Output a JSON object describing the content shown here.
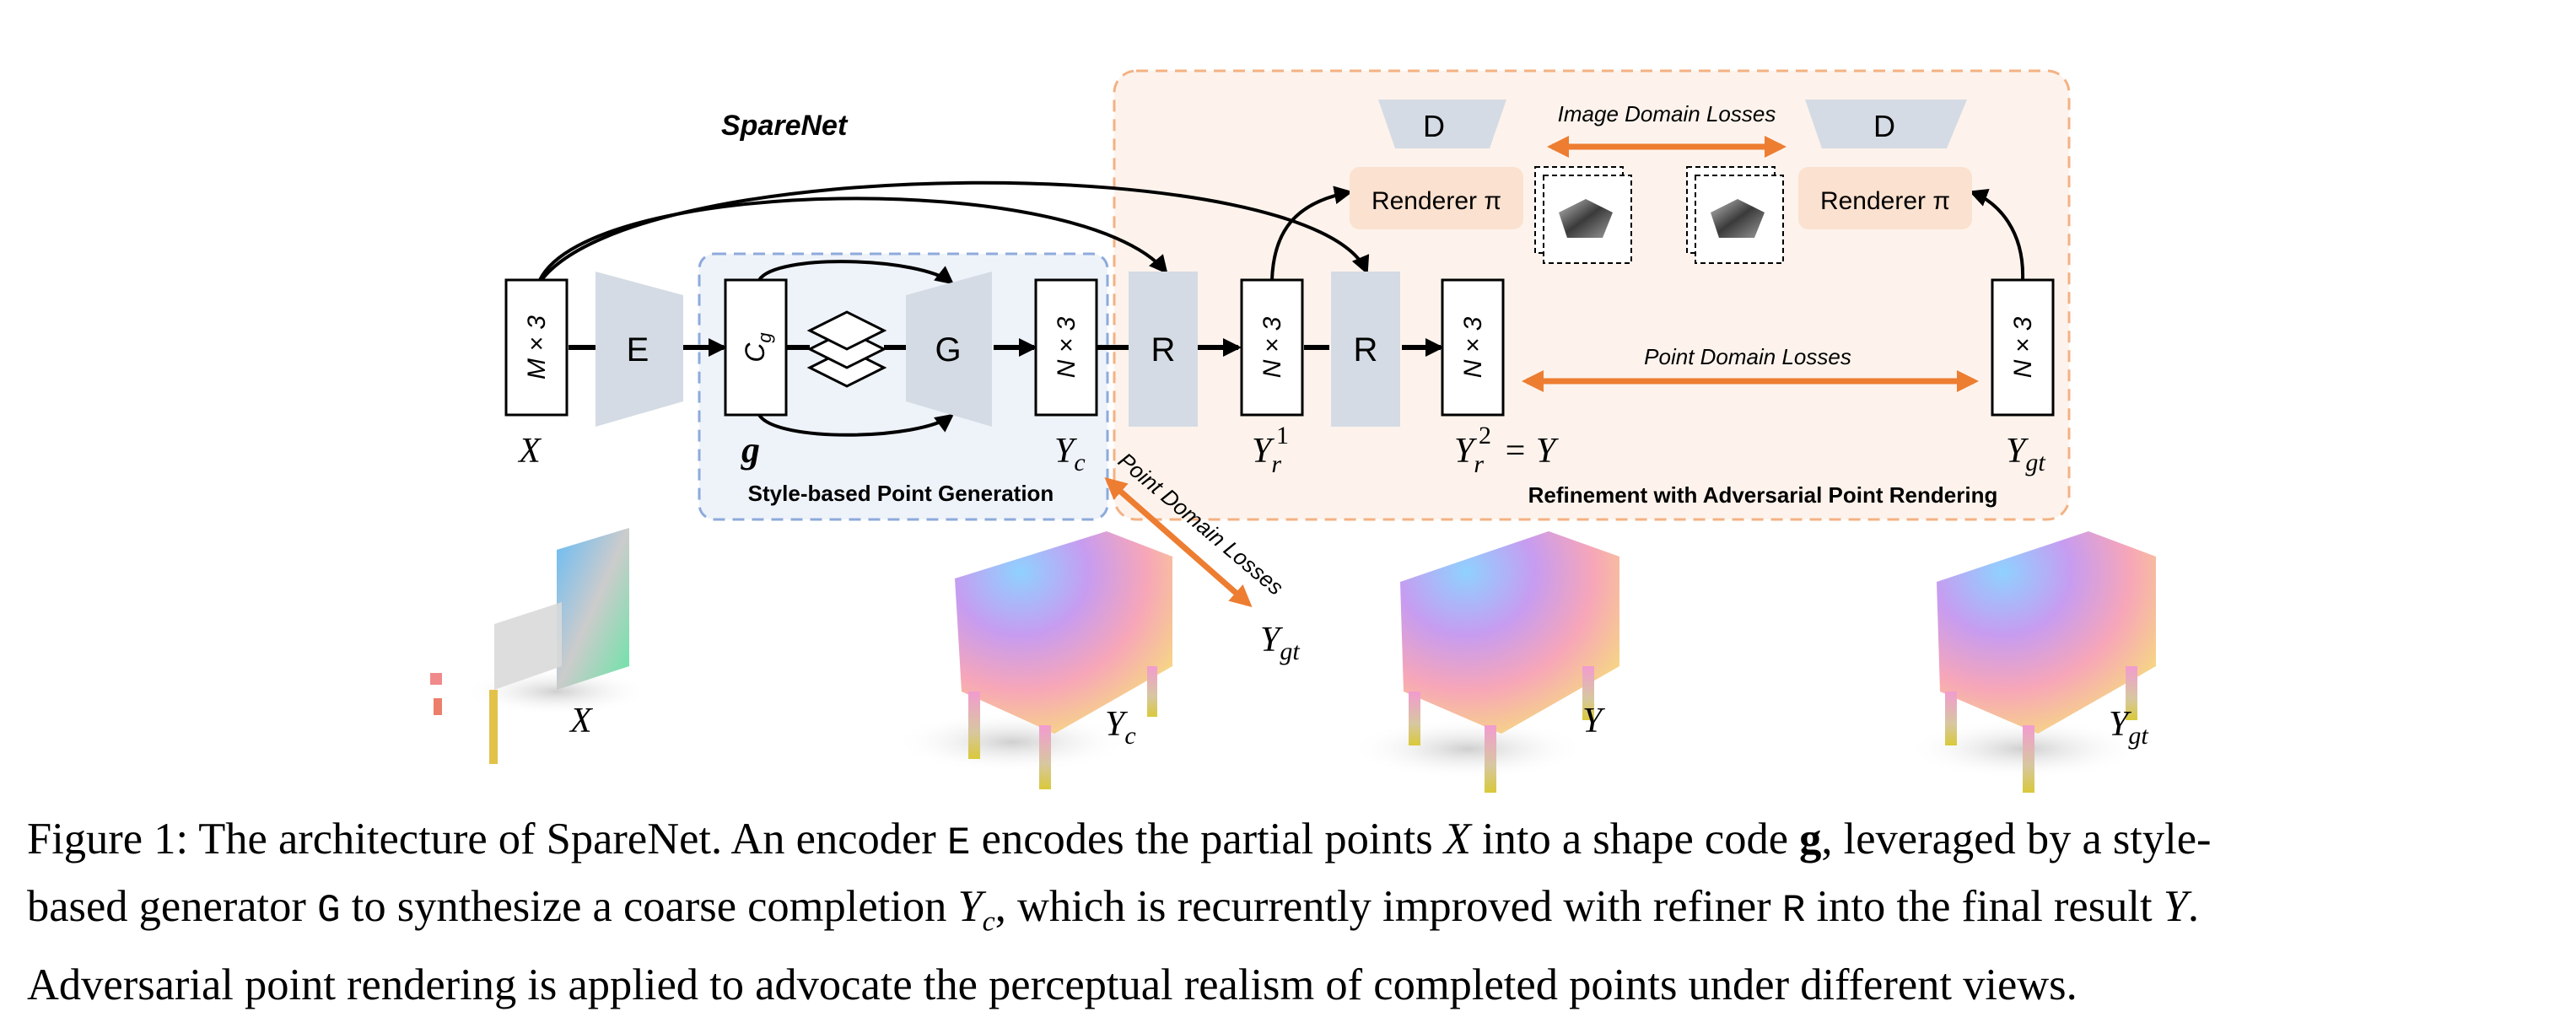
{
  "figure": {
    "title": "SpareNet",
    "style_region_label": "Style-based Point Generation",
    "refine_region_label": "Refinement with Adversarial Point Rendering",
    "image_domain_losses": "Image Domain Losses",
    "point_domain_losses": "Point Domain Losses",
    "point_domain_losses_diag": "Point Domain Losses",
    "blocks": {
      "input_dim": "M × 3",
      "encoder": "E",
      "code_dim": "C",
      "code_dim_sub": "g",
      "generator": "G",
      "coarse_dim": "N × 3",
      "refiner_1": "R",
      "refine1_dim": "N × 3",
      "refiner_2": "R",
      "refine2_dim": "N × 3",
      "gt_dim": "N × 3",
      "discriminator_left": "D",
      "discriminator_right": "D",
      "renderer_left": "Renderer π",
      "renderer_right": "Renderer π"
    },
    "symbols": {
      "x": "X",
      "g": "g",
      "yc": "Y",
      "yc_sub": "c",
      "yr1": "Y",
      "yr1_sub": "r",
      "yr1_sup": "1",
      "yr2": "Y",
      "yr2_sub": "r",
      "yr2_sup": "2",
      "yr2_eq": "= Y",
      "ygt": "Y",
      "ygt_sub": "gt",
      "ygt_diag": "Y",
      "ygt_diag_sub": "gt"
    },
    "pointcloud_labels": {
      "x": "X",
      "yc": "Y",
      "yc_sub": "c",
      "y": "Y",
      "ygt": "Y",
      "ygt_sub": "gt"
    },
    "colors": {
      "block_fill": "#d4dbe4",
      "renderer_fill": "#fbe1cf",
      "orange_arrow": "#ed7d31",
      "style_region_border": "#8eaadb",
      "style_region_fill": "#eef3fa",
      "refine_region_border": "#f4b183",
      "refine_region_fill": "#fdf3ec"
    }
  },
  "caption": {
    "line1_a": "Figure 1: The architecture of SpareNet. An encoder ",
    "line1_code_e": "E",
    "line1_b": " encodes the partial points ",
    "line1_x": "X",
    "line1_c": " into a shape code ",
    "line1_g": "g",
    "line1_d": ", leveraged by a style-",
    "line2_a": "based generator ",
    "line2_code_g": "G",
    "line2_b": " to synthesize a coarse completion ",
    "line2_yc": "Y",
    "line2_yc_sub": "c",
    "line2_c": ", which is recurrently improved with refiner ",
    "line2_code_r": "R",
    "line2_d": " into the final result ",
    "line2_y": "Y",
    "line2_e": ".",
    "line3": "Adversarial point rendering is applied to advocate the perceptual realism of completed points under different views."
  }
}
